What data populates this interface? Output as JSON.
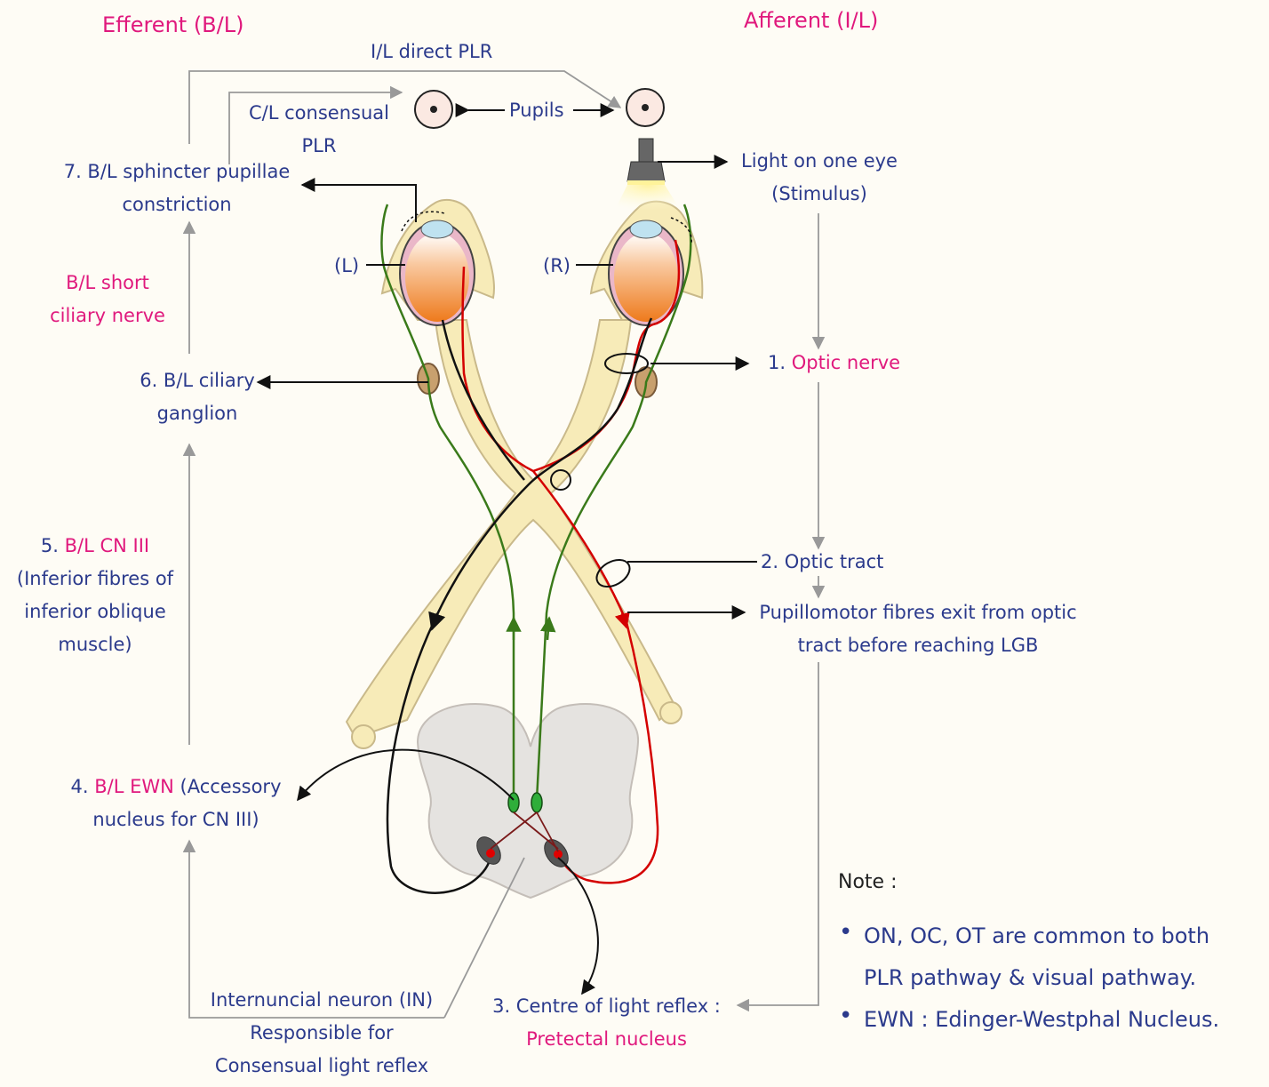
{
  "titles": {
    "efferent": "Efferent (B/L)",
    "afferent": "Afferent (I/L)"
  },
  "top": {
    "direct_plr": "I/L direct PLR",
    "consensual_line1": "C/L consensual",
    "consensual_line2": "PLR",
    "pupils": "Pupils"
  },
  "afferent_steps": {
    "light_line1": "Light on one eye",
    "light_line2": "(Stimulus)",
    "optic_nerve_num": "1.",
    "optic_nerve": "Optic nerve",
    "optic_tract": "2. Optic tract",
    "pupillomotor_line1": "Pupillomotor fibres exit from optic",
    "pupillomotor_line2": "tract before reaching LGB",
    "centre_line1": "3. Centre of light reflex :",
    "centre_line2": "Pretectal nucleus"
  },
  "efferent_steps": {
    "sphincter_line1": "7. B/L sphincter pupillae",
    "sphincter_line2": "constriction",
    "short_ciliary_line1": "B/L short",
    "short_ciliary_line2": "ciliary nerve",
    "ganglion_line1": "6. B/L ciliary",
    "ganglion_line2": "ganglion",
    "cn3_num": "5.",
    "cn3": "B/L CN III",
    "cn3_line2": "(Inferior fibres of",
    "cn3_line3": "inferior oblique",
    "cn3_line4": "muscle)",
    "ewn_num": "4.",
    "ewn_pink": "B/L EWN",
    "ewn_rest": " (Accessory",
    "ewn_line2": "nucleus for CN III)"
  },
  "internuncial": {
    "line1": "Internuncial neuron (IN)",
    "line2": "Responsible for",
    "line3": "Consensual light reflex"
  },
  "eyes": {
    "left": "(L)",
    "right": "(R)"
  },
  "note": {
    "title": "Note :",
    "items": [
      "ON, OC, OT are common to both",
      "PLR pathway & visual pathway.",
      "EWN : Edinger-Westphal Nucleus."
    ]
  },
  "colors": {
    "blue_text": "#2b3a8c",
    "pink_text": "#e0197d",
    "afferent_fibre": "#d40000",
    "efferent_fibre": "#3a7a1a",
    "crossing_fibre": "#111111",
    "nerve_fill": "#f7ebb8"
  }
}
